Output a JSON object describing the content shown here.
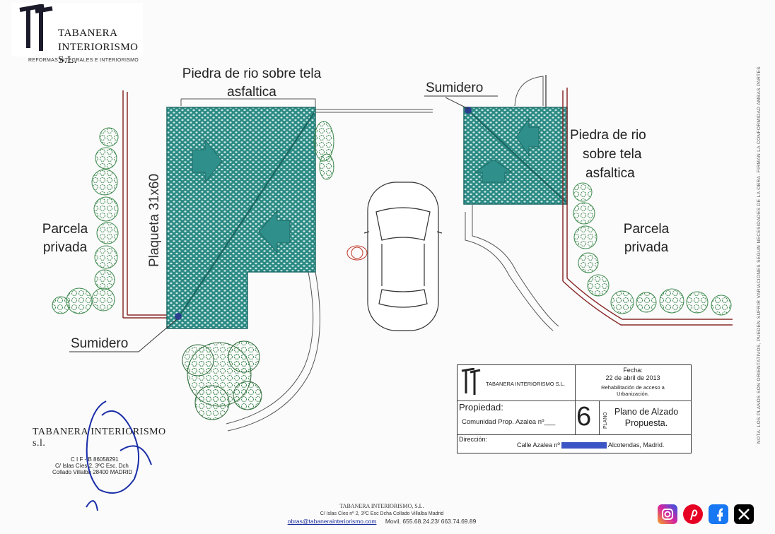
{
  "logo": {
    "line1": "TABANERA",
    "line2": "INTERIORISMO S.L.",
    "tagline": "REFORMAS INTEGRALES E INTERIORISMO"
  },
  "labels": {
    "stone_top": "Piedra de rio sobre tela asfaltica",
    "stone_right": [
      "Piedra de rio",
      "sobre tela",
      "asfaltica"
    ],
    "drain_top": "Sumidero",
    "drain_bottom": "Sumidero",
    "tile": "Plaqueta 31x60",
    "parcel_left": [
      "Parcela",
      "privada"
    ],
    "parcel_right": [
      "Parcela",
      "privada"
    ]
  },
  "side_note": "NOTA: LOS PLANOS SON ORIENTATIVOS, PUEDEN SUFRIR VARIACIONES SEGÚN NECESIDADES DE LA OBRA. FIRMAN LA CONFORMIDAD AMBAS PARTES",
  "title_block": {
    "company": "TABANERA INTERIORISMO S.L.",
    "fecha_label": "Fecha:",
    "fecha": "22 de abril de 2013",
    "obra": "Rehabilitación de acceso a Urbanización.",
    "propiedad_label": "Propiedad:",
    "propiedad": "Comunidad Prop. Azalea nº___",
    "plano_number": "6",
    "plano_word": "PLANO",
    "plano_title": "Plano de Alzado Propuesta.",
    "direccion_label": "Dirección:",
    "direccion_prefix": "Calle Azalea nº",
    "direccion_suffix": "Alcotendas, Madrid."
  },
  "stamp": {
    "name": "TABANERA INTERIORISMO s.l.",
    "cif": "C I F - B 86058291",
    "addr1": "C/ Islas Cíes 2, 3ºC Esc. Dch",
    "addr2": "Collado Villalba 28400 MADRID"
  },
  "footer": {
    "name": "TABANERA INTERIORISMO, S.L.",
    "address": "C/ Islas Cíes nº 2, 3ºC Esc Dcha Collado Villalba Madrid",
    "email": "obras@tabanerainteriorismo.com",
    "phone": "Movil. 655.68.24.23/ 663.74.69.89"
  },
  "social": [
    "instagram-icon",
    "pinterest-icon",
    "facebook-icon",
    "x-icon"
  ],
  "colors": {
    "paving": "#2b8a84",
    "paving_dark": "#1d6a66",
    "arrow": "#2f8f8a",
    "drain": "#2b3f8f",
    "shrub": "#3e8a4e",
    "wall": "#8a2a2a"
  }
}
